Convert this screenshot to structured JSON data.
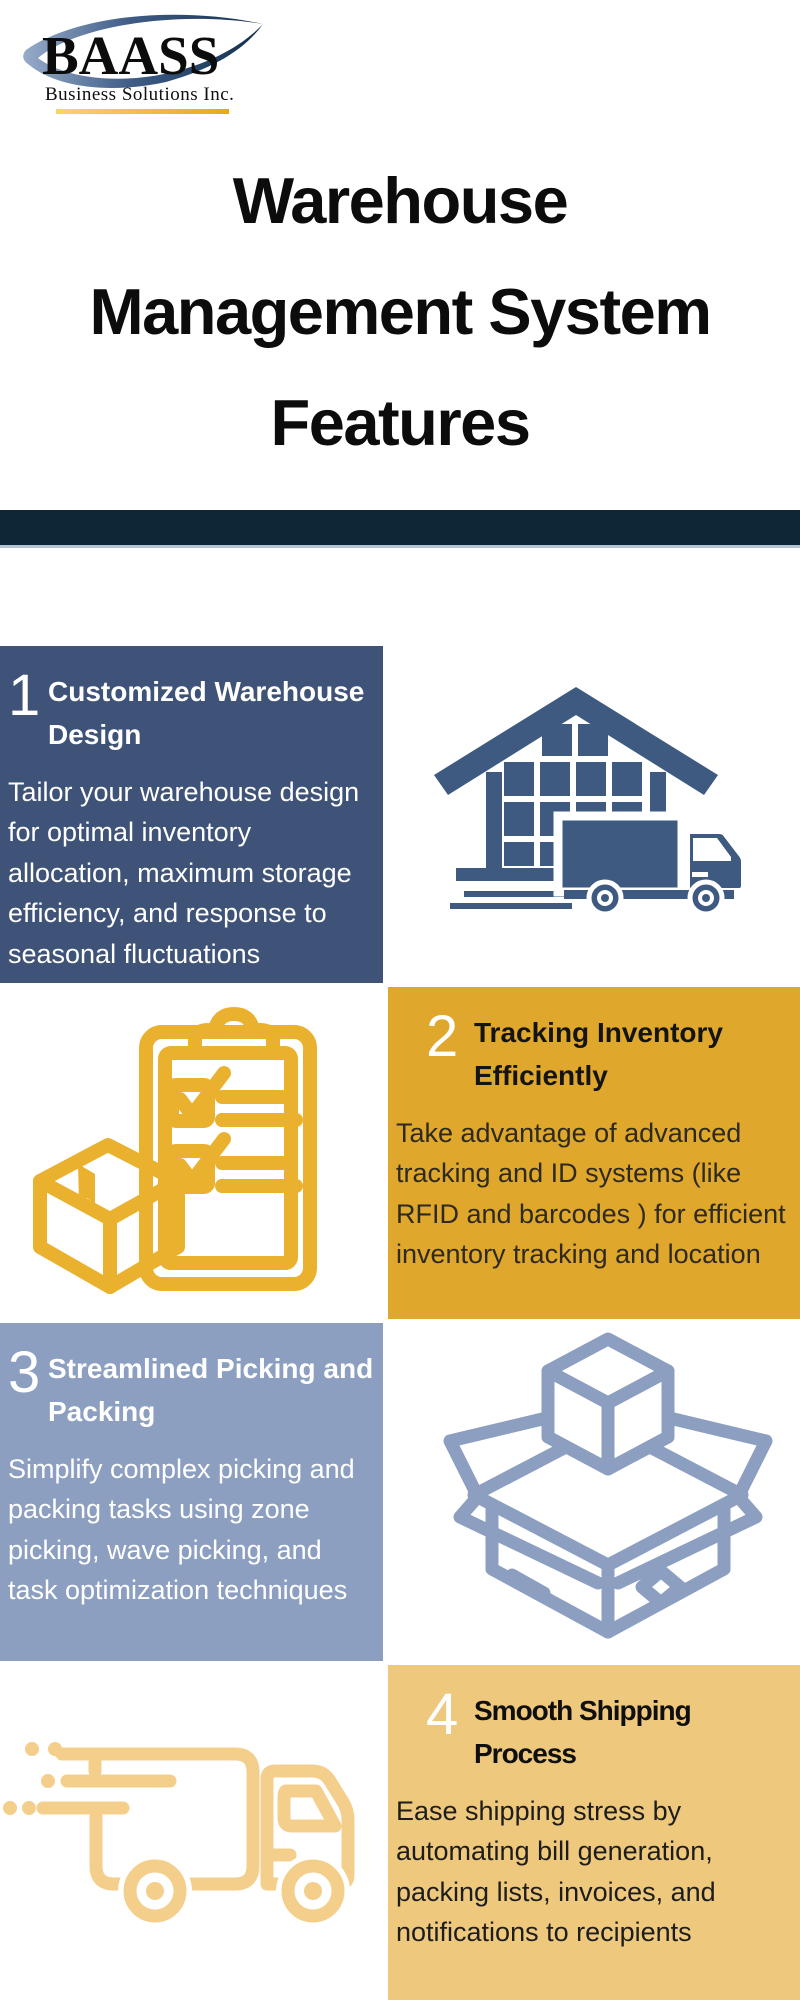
{
  "logo": {
    "name": "BAASS",
    "tagline": "Business Solutions Inc.",
    "swoosh_color_light": "#96abc9",
    "swoosh_color_dark": "#132f4c",
    "underline_color_light": "#f7d470",
    "underline_color_dark": "#e8a81e"
  },
  "page_title_lines": [
    "Warehouse",
    "Management System",
    "Features"
  ],
  "divider_color": "#0d2737",
  "features": [
    {
      "number": "1",
      "title_lines": [
        "Customized Warehouse",
        "Design"
      ],
      "body": "Tailor your warehouse design for optimal inventory allocation, maximum storage efficiency, and response to seasonal fluctuations",
      "panel_color": "#3e5377",
      "text_color": "#ffffff",
      "icon": "warehouse-truck-icon",
      "icon_color": "#3e5a80"
    },
    {
      "number": "2",
      "title_lines": [
        "Tracking Inventory",
        "Efficiently"
      ],
      "body": "Take advantage of advanced tracking and ID systems (like RFID and barcodes ) for efficient inventory tracking and location",
      "panel_color": "#dfa72b",
      "text_color": "#2e2a20",
      "icon": "inventory-checklist-icon",
      "icon_color": "#e9b12e"
    },
    {
      "number": "3",
      "title_lines": [
        "Streamlined Picking and",
        "Packing"
      ],
      "body": "Simplify complex picking and packing tasks using zone picking, wave picking, and task optimization techniques",
      "panel_color": "#8c9fc0",
      "text_color": "#ffffff",
      "icon": "open-box-icon",
      "icon_color": "#8c9fc0"
    },
    {
      "number": "4",
      "title_lines": [
        "Smooth Shipping",
        "Process"
      ],
      "body": "Ease shipping stress by automating bill generation, packing lists, invoices, and notifications to recipients",
      "panel_color": "#edc87d",
      "text_color": "#1d1d1d",
      "icon": "fast-truck-icon",
      "icon_color": "#f4cf8c"
    }
  ]
}
